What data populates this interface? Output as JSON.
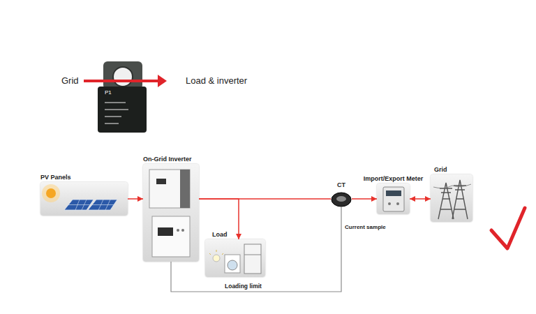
{
  "diagram": {
    "nodes": [
      {
        "text": [
          "PV Panels"
        ]
      },
      {
        "text": [
          "On-Grid Inverter"
        ]
      },
      {
        "text": [
          "Load"
        ]
      },
      {
        "text": [
          "CT"
        ]
      },
      {
        "text": [
          "Import/Export Meter"
        ]
      },
      {
        "text": [
          "Grid"
        ]
      }
    ],
    "edges": [
      {
        "from": 0,
        "to": 1,
        "arrow": "to"
      },
      {
        "from": 1,
        "to": 2,
        "arrow": "to"
      },
      {
        "from": 1,
        "to": 3,
        "arrow": "none"
      },
      {
        "from": 3,
        "to": 4,
        "arrow": "to"
      },
      {
        "from": 4,
        "to": 5,
        "arrow": "both"
      },
      {
        "from": 3,
        "to": 1,
        "label": "Loading limit",
        "arrow": "none"
      }
    ],
    "labels": [
      "Grid",
      "P1",
      "Load & inverter",
      "Current sample"
    ]
  }
}
